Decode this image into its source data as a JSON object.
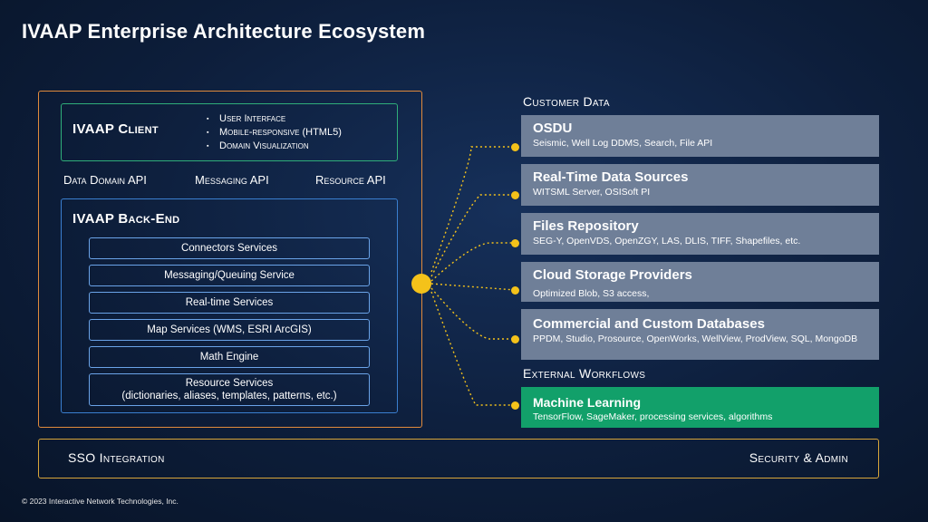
{
  "title": "IVAAP Enterprise Architecture Ecosystem",
  "client": {
    "title": "IVAAP Client",
    "bullets": [
      "User Interface",
      "Mobile-responsive (HTML5)",
      "Domain Visualization"
    ]
  },
  "apis": [
    "Data Domain API",
    "Messaging API",
    "Resource API"
  ],
  "backend": {
    "title": "IVAAP Back-End",
    "services": [
      "Connectors Services",
      "Messaging/Queuing Service",
      "Real-time Services",
      "Map Services (WMS, ESRI ArcGIS)",
      "Math Engine",
      "Resource Services\n(dictionaries, aliases, templates, patterns, etc.)"
    ]
  },
  "customer_data": {
    "label": "Customer Data",
    "items": [
      {
        "title": "OSDU",
        "subtitle": "Seismic, Well Log DDMS, Search, File API"
      },
      {
        "title": "Real-Time Data Sources",
        "subtitle": "WITSML Server, OSISoft PI"
      },
      {
        "title": "Files Repository",
        "subtitle": "SEG-Y, OpenVDS, OpenZGY, LAS, DLIS, TIFF, Shapefiles, etc."
      },
      {
        "title": "Cloud Storage Providers",
        "subtitle": "Optimized Blob, S3 access,"
      },
      {
        "title": "Commercial and Custom Databases",
        "subtitle": "PPDM, Studio, Prosource, OpenWorks, WellView, ProdView, SQL, MongoDB"
      }
    ]
  },
  "external_workflows": {
    "label": "External Workflows",
    "items": [
      {
        "title": "Machine Learning",
        "subtitle": "TensorFlow, SageMaker, processing services, algorithms"
      }
    ]
  },
  "bottom": {
    "left": "SSO Integration",
    "right": "Security & Admin"
  },
  "footer": "© 2023 Interactive Network Technologies, Inc.",
  "colors": {
    "background": "#0d1e3b",
    "outer_border": "#e08a3c",
    "client_border": "#2fae7a",
    "backend_border": "#3a7fd0",
    "card": "#6f7f98",
    "ml_card": "#12a06a",
    "connector": "#f4c21a",
    "bottom_border": "#d8a53a"
  }
}
